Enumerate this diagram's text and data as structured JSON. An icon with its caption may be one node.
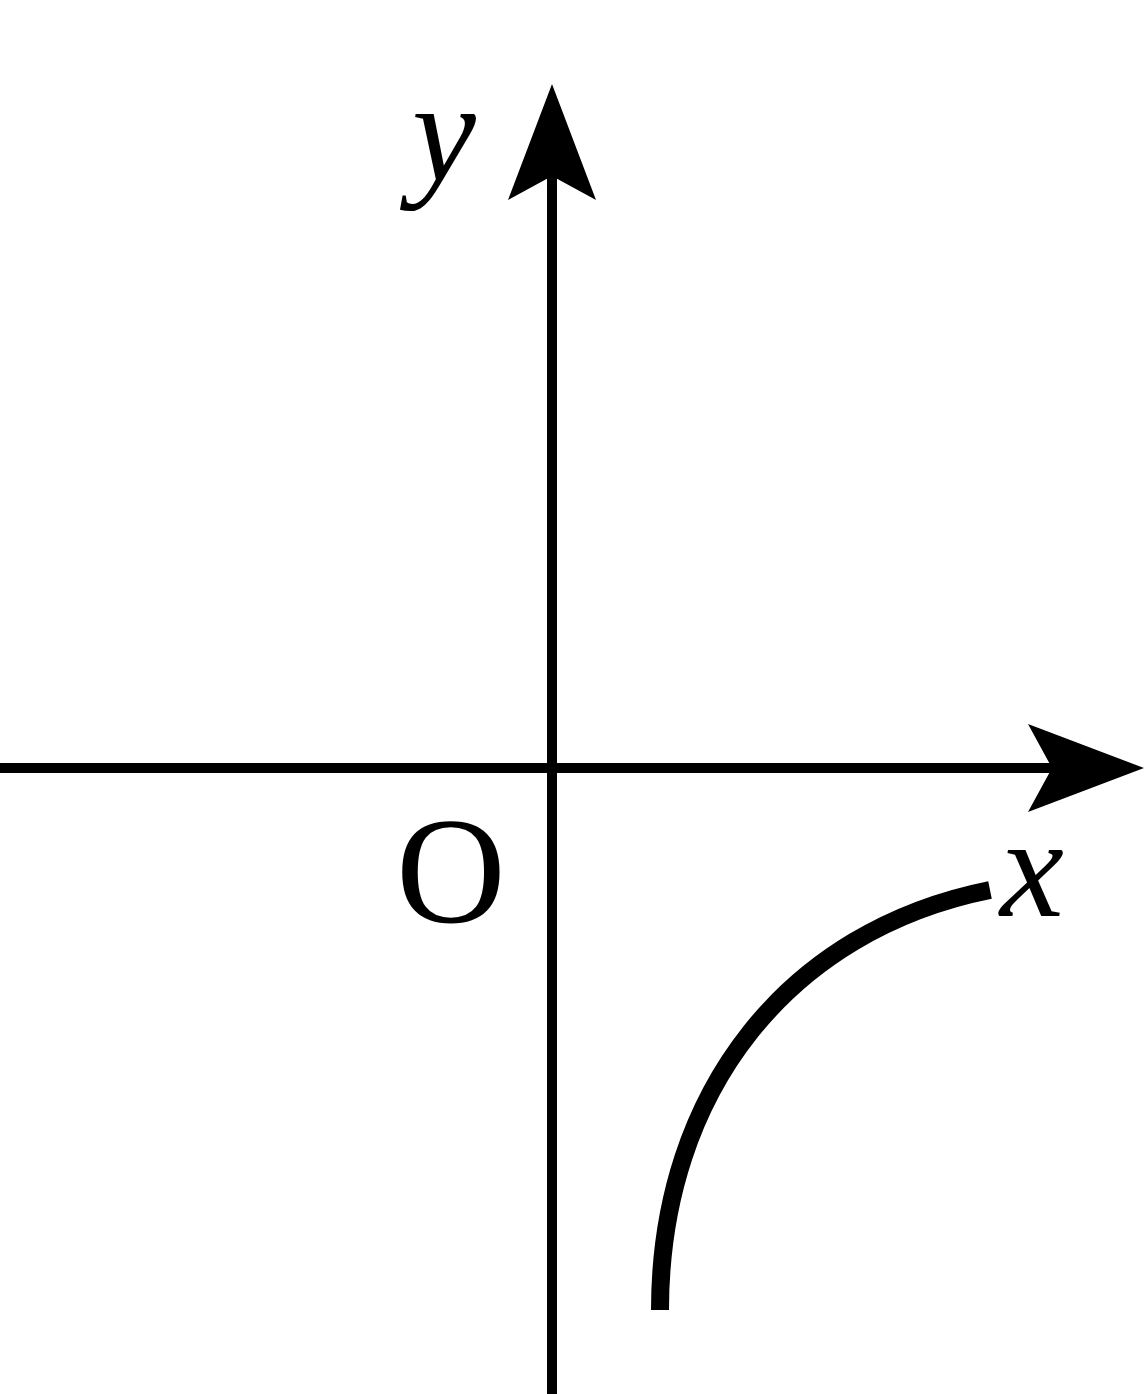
{
  "diagram": {
    "labels": [
      "y",
      "O",
      "x"
    ]
  }
}
